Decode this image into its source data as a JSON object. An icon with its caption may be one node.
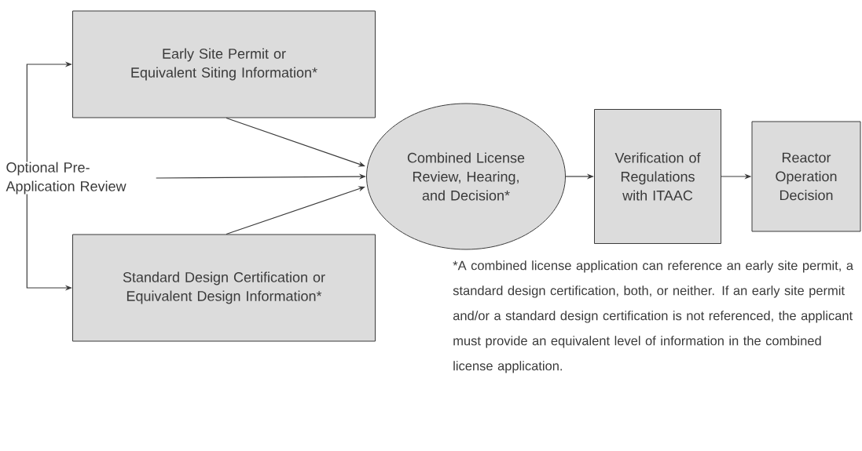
{
  "diagram": {
    "nodes": [
      {
        "text": [
          "Optional Pre-Application Review"
        ]
      },
      {
        "text": [
          "Early Site Permit or Equivalent Siting Information*"
        ]
      },
      {
        "text": [
          "Standard Design Certification or Equivalent Design Information*"
        ]
      },
      {
        "text": [
          "Combined License Review, Hearing, and Decision*"
        ]
      },
      {
        "text": [
          "Verification of Regulations with ITAAC"
        ]
      },
      {
        "text": [
          "Reactor Operation Decision"
        ]
      }
    ],
    "edges": [
      {
        "from": 0,
        "to": 1,
        "arrow": "to"
      },
      {
        "from": 0,
        "to": 2,
        "arrow": "to"
      },
      {
        "from": 0,
        "to": 3,
        "arrow": "to"
      },
      {
        "from": 1,
        "to": 3,
        "arrow": "to"
      },
      {
        "from": 2,
        "to": 3,
        "arrow": "to"
      },
      {
        "from": 3,
        "to": 4,
        "arrow": "to"
      },
      {
        "from": 4,
        "to": 5,
        "arrow": "to"
      }
    ],
    "labels": [
      "*A combined license application can reference an early site permit, a standard design certification, both, or neither. If an early site permit and/or a standard design certification is not referenced, the applicant must provide an equivalent level of information in the combined license application."
    ]
  }
}
